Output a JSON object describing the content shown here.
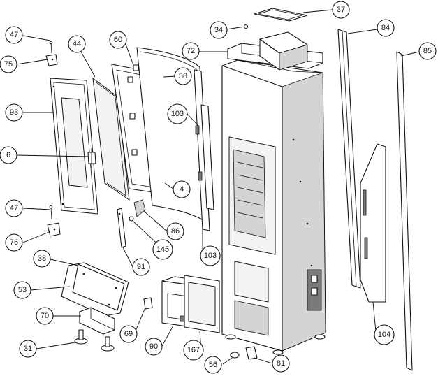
{
  "callouts": [
    {
      "id": "c47a",
      "text": "47"
    },
    {
      "id": "c75",
      "text": "75"
    },
    {
      "id": "c44",
      "text": "44"
    },
    {
      "id": "c60",
      "text": "60"
    },
    {
      "id": "c58",
      "text": "58"
    },
    {
      "id": "c93",
      "text": "93"
    },
    {
      "id": "c6",
      "text": "6"
    },
    {
      "id": "c47b",
      "text": "47"
    },
    {
      "id": "c76",
      "text": "76"
    },
    {
      "id": "c38",
      "text": "38"
    },
    {
      "id": "c53",
      "text": "53"
    },
    {
      "id": "c70",
      "text": "70"
    },
    {
      "id": "c31",
      "text": "31"
    },
    {
      "id": "c34",
      "text": "34"
    },
    {
      "id": "c37",
      "text": "37"
    },
    {
      "id": "c72",
      "text": "72"
    },
    {
      "id": "c84",
      "text": "84"
    },
    {
      "id": "c85",
      "text": "85"
    },
    {
      "id": "c103a",
      "text": "103"
    },
    {
      "id": "c4",
      "text": "4"
    },
    {
      "id": "c86",
      "text": "86"
    },
    {
      "id": "c145",
      "text": "145"
    },
    {
      "id": "c91",
      "text": "91"
    },
    {
      "id": "c103b",
      "text": "103"
    },
    {
      "id": "c69",
      "text": "69"
    },
    {
      "id": "c90",
      "text": "90"
    },
    {
      "id": "c167",
      "text": "167"
    },
    {
      "id": "c56",
      "text": "56"
    },
    {
      "id": "c81",
      "text": "81"
    },
    {
      "id": "c104",
      "text": "104"
    }
  ]
}
